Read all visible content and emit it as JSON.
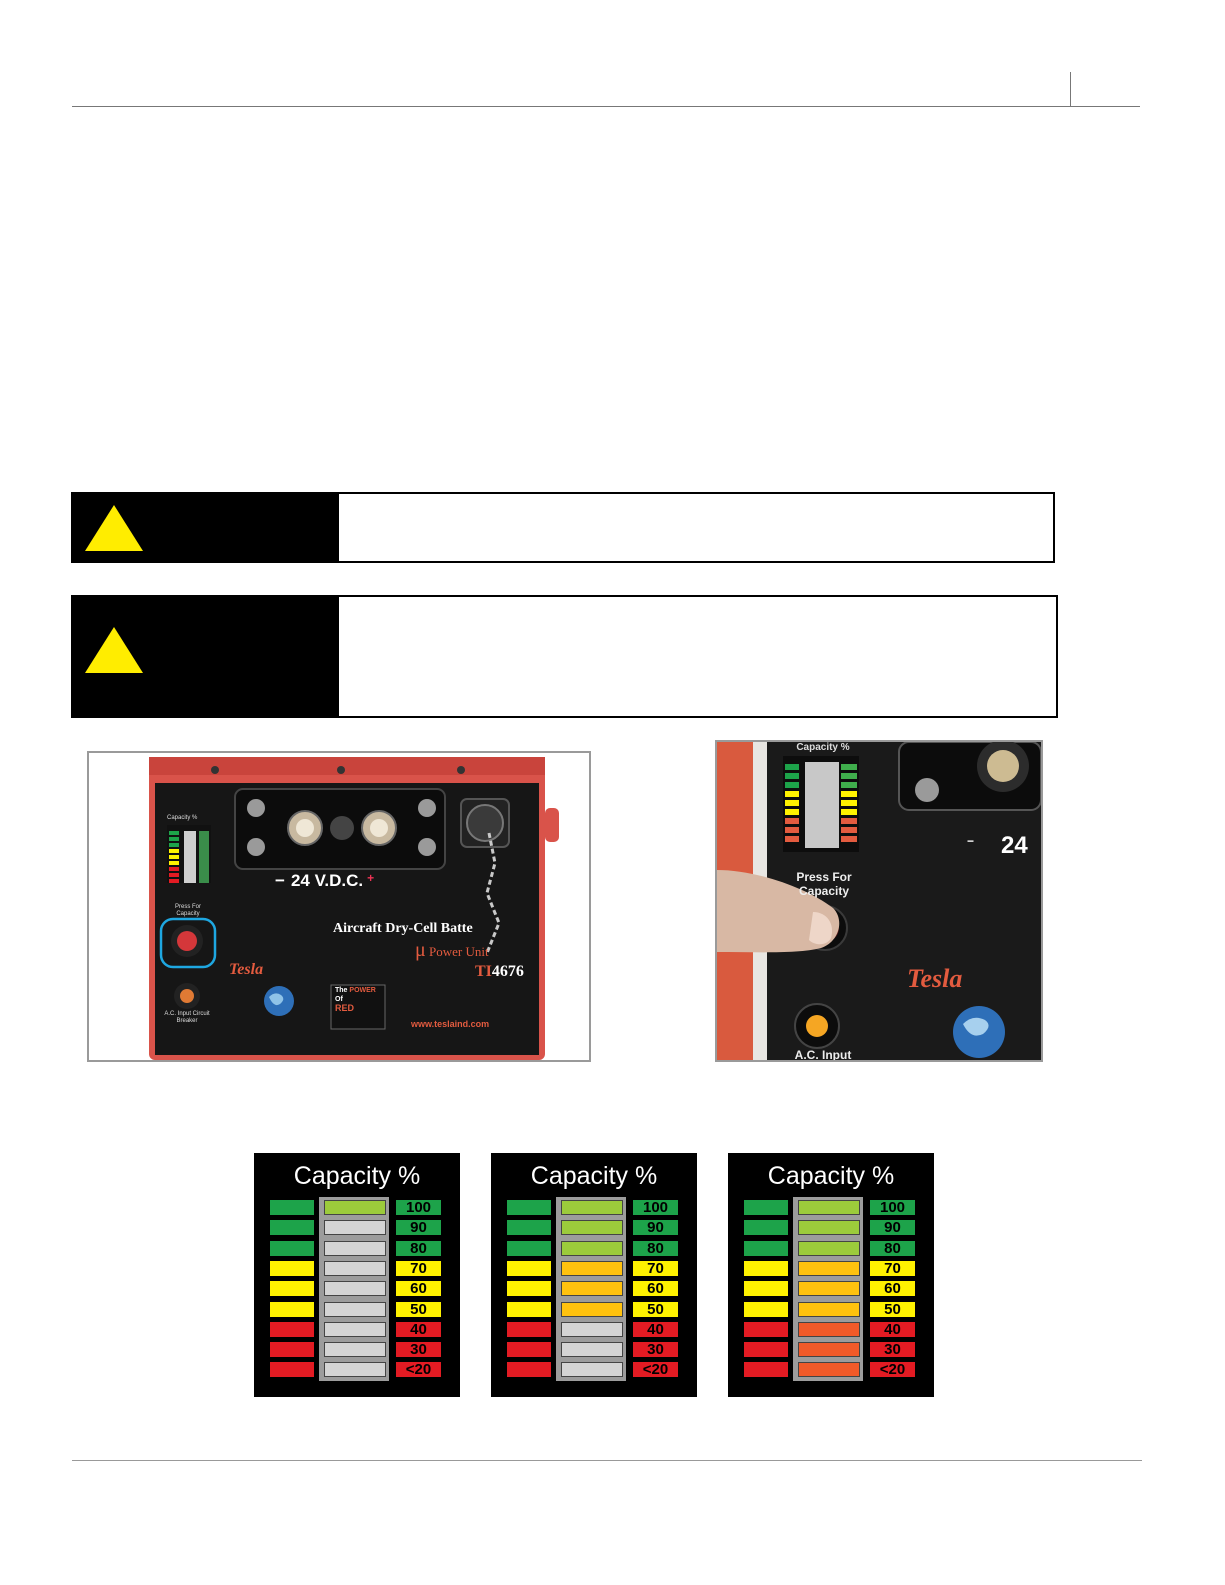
{
  "photo1": {
    "capacity_label": "Capacity %",
    "press_label": "Press For Capacity",
    "ac_label": "A.C. Input Circuit Breaker",
    "voltage_label": "24 V.D.C.",
    "product_line1": "Aircraft Dry-Cell Batte",
    "product_line2": "Power Unit",
    "mu_symbol": "μ",
    "model_prefix": "TI",
    "model_number": "4676",
    "website": "www.teslaind.com",
    "brand": "Tesla",
    "badge_the": "The",
    "badge_power": "POWER",
    "badge_of": "Of",
    "badge_red": "RED"
  },
  "photo2": {
    "capacity_label": "Capacity %",
    "press_label_1": "Press For",
    "press_label_2": "Capacity",
    "voltage_fragment": "24",
    "ac_label": "A.C. Input",
    "brand": "Tesla"
  },
  "capacity_panels": [
    {
      "title": "Capacity %",
      "lit_bars": [
        100
      ]
    },
    {
      "title": "Capacity %",
      "lit_bars": [
        100,
        90,
        80,
        70,
        60,
        50
      ]
    },
    {
      "title": "Capacity %",
      "lit_bars": [
        100,
        90,
        80,
        70,
        60,
        50,
        40,
        30,
        20
      ]
    }
  ],
  "capacity_levels": [
    "100",
    "90",
    "80",
    "70",
    "60",
    "50",
    "40",
    "30",
    "<20"
  ],
  "colors": {
    "green": "#1da34a",
    "yellow": "#fff200",
    "red": "#e31b23",
    "bar_off": "#d4d4d4",
    "bar_green": "#9ccb3b",
    "bar_amber": "#ffc20e",
    "bar_orange": "#f15a29",
    "warning_yellow": "#ffed00",
    "housing_red": "#d9534a"
  }
}
